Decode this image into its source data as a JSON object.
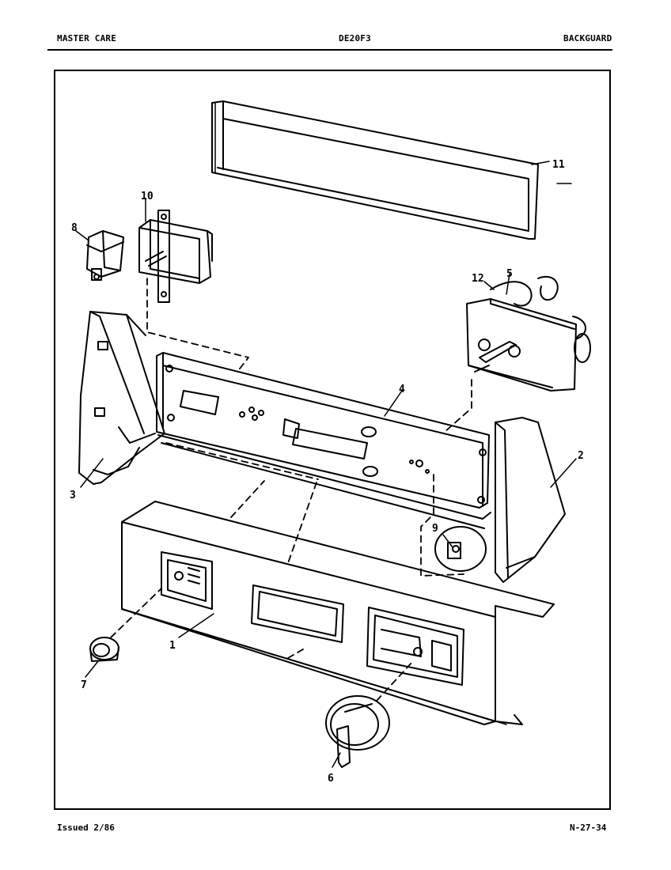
{
  "header": {
    "left": "MASTER CARE",
    "center": "DE20F3",
    "right": "BACKGUARD"
  },
  "footer": {
    "issued": "Issued 2/86",
    "page_code": "N-27-34"
  },
  "callouts": {
    "c1": "1",
    "c2": "2",
    "c3": "3",
    "c4": "4",
    "c5": "5",
    "c6": "6",
    "c7": "7",
    "c8": "8",
    "c9": "9",
    "c10": "10",
    "c11": "11",
    "c12": "12"
  }
}
